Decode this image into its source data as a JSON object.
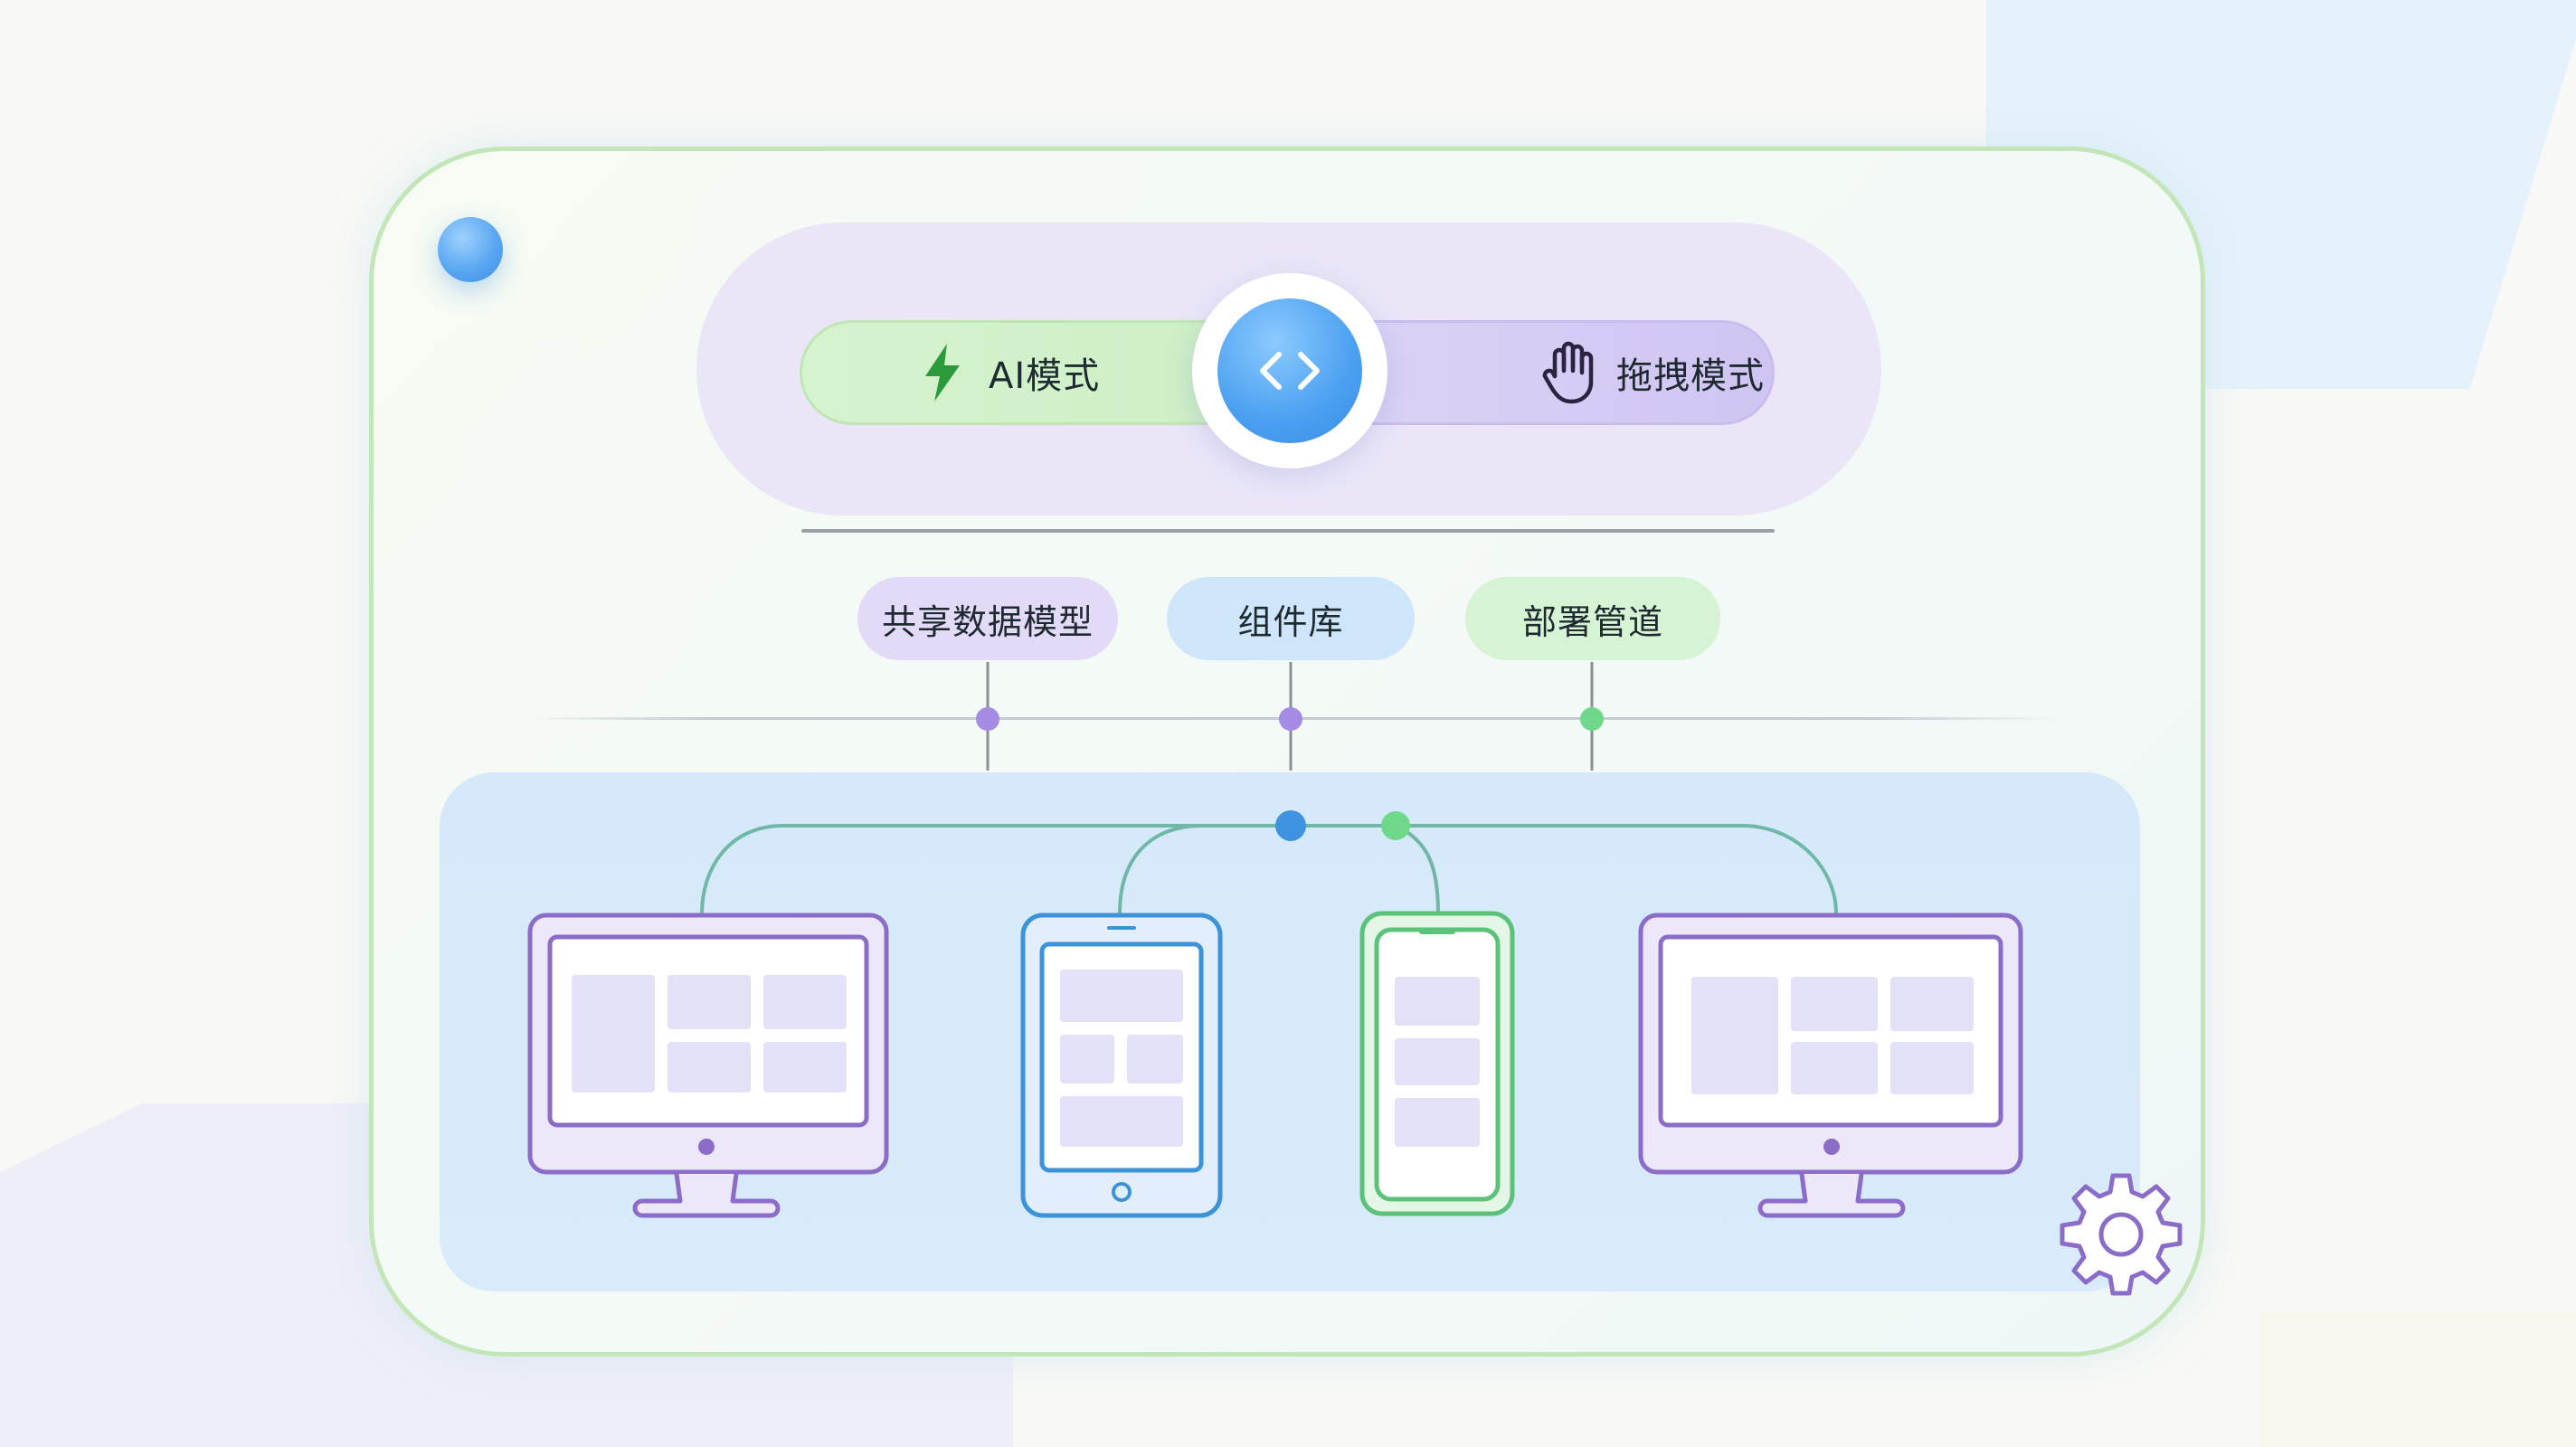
{
  "modes": {
    "ai_label": "AI模式",
    "drag_label": "拖拽模式",
    "ai_icon": "lightning-icon",
    "drag_icon": "hand-icon",
    "toggle_icon": "code-brackets-icon"
  },
  "tags": [
    {
      "label": "共享数据模型",
      "color": "#e3daf7",
      "dot_color": "#a58be3"
    },
    {
      "label": "组件库",
      "color": "#cfe6fa",
      "dot_color": "#a58be3"
    },
    {
      "label": "部署管道",
      "color": "#d6f3d4",
      "dot_color": "#6fd88a"
    }
  ],
  "devices": [
    {
      "type": "desktop-monitor",
      "color": "#8b6cc9"
    },
    {
      "type": "tablet",
      "color": "#3d93d8"
    },
    {
      "type": "phone",
      "color": "#5cc27a"
    },
    {
      "type": "desktop-monitor",
      "color": "#8b6cc9"
    }
  ],
  "colors": {
    "accent_blue": "#4aa0f0",
    "accent_green": "#5cc27a",
    "accent_purple": "#8b6cc9",
    "connector_line": "#6fb8a8"
  },
  "corner_icon": "gear-icon"
}
